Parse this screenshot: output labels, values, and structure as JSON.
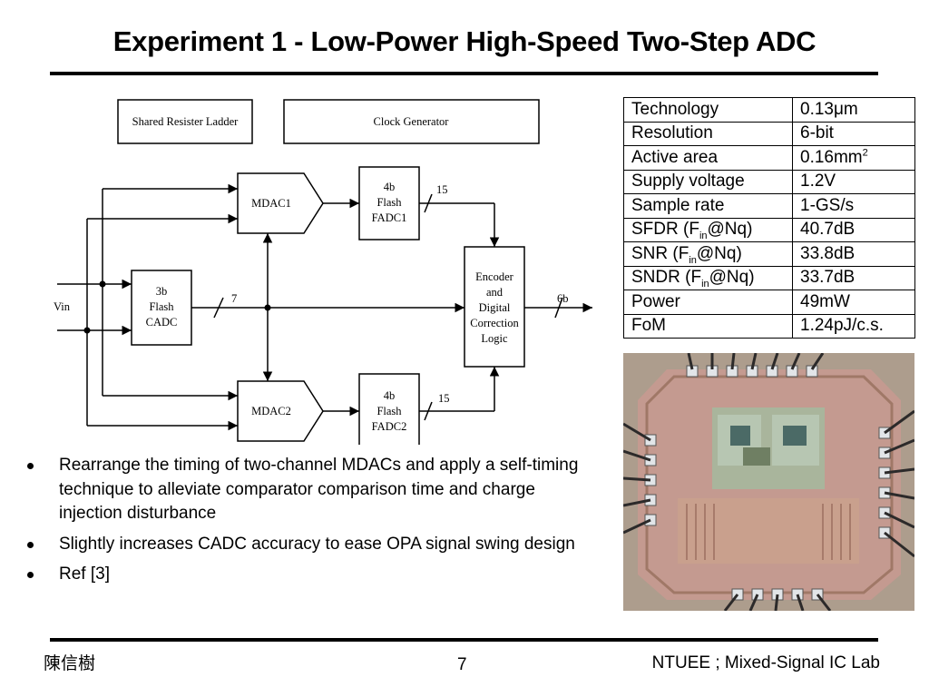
{
  "title": "Experiment 1 - Low-Power High-Speed Two-Step ADC",
  "diagram": {
    "ladder": "Shared Resister Ladder",
    "clock": "Clock Generator",
    "mdac1": "MDAC1",
    "mdac2": "MDAC2",
    "fadc1": [
      "4b",
      "Flash",
      "FADC1"
    ],
    "fadc2": [
      "4b",
      "Flash",
      "FADC2"
    ],
    "cadc": [
      "3b",
      "Flash",
      "CADC"
    ],
    "encoder": [
      "Encoder",
      "and",
      "Digital",
      "Correction",
      "Logic"
    ],
    "vin": "Vin",
    "bus_top": "15",
    "bus_bottom": "15",
    "bus_mid": "7",
    "bus_out": "6b"
  },
  "specs": [
    {
      "k": "Technology",
      "v": "0.13μm"
    },
    {
      "k": "Resolution",
      "v": "6-bit"
    },
    {
      "k": "Active area",
      "v": "0.16mm",
      "v_sup": "2"
    },
    {
      "k": "Supply voltage",
      "v": "1.2V"
    },
    {
      "k": "Sample rate",
      "v": "1-GS/s"
    },
    {
      "k": "SFDR (F",
      "k_sub": "in",
      "k_tail": "@Nq)",
      "v": "40.7dB"
    },
    {
      "k": "SNR (F",
      "k_sub": "in",
      "k_tail": "@Nq)",
      "v": "33.8dB"
    },
    {
      "k": "SNDR (F",
      "k_sub": "in",
      "k_tail": "@Nq)",
      "v": "33.7dB"
    },
    {
      "k": "Power",
      "v": "49mW"
    },
    {
      "k": "FoM",
      "v": "1.24pJ/c.s."
    }
  ],
  "bullets": [
    "Rearrange the timing of two-channel MDACs and apply a self-timing technique to alleviate comparator comparison time and charge injection disturbance",
    "Slightly increases CADC accuracy to ease OPA signal swing design",
    "Ref [3]"
  ],
  "footer": {
    "author": "陳信樹",
    "page": "7",
    "lab": "NTUEE ; Mixed-Signal IC Lab"
  }
}
